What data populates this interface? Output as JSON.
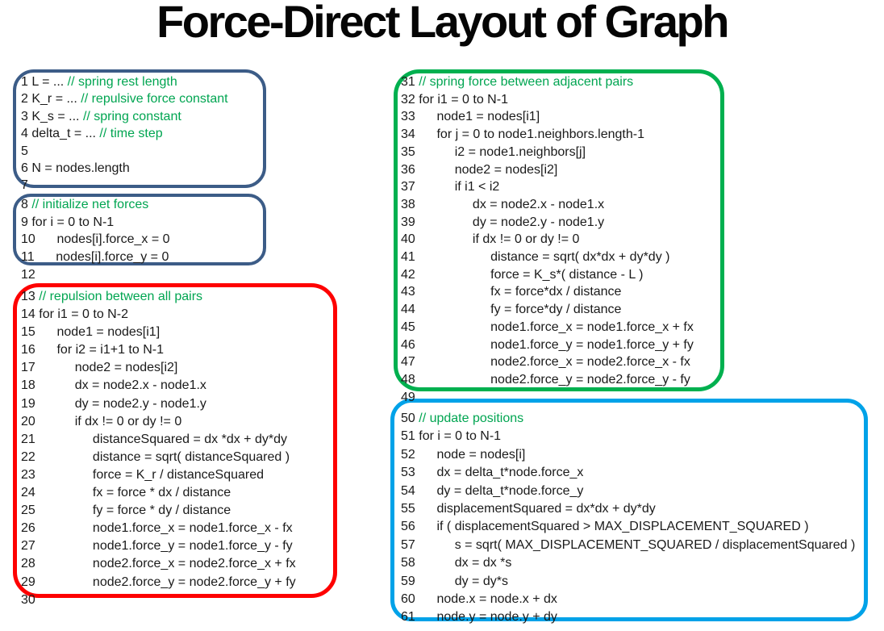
{
  "title": "Force-Direct Layout of Graph",
  "colors": {
    "navy": "#3C5C87",
    "red": "#FE0000",
    "green": "#00B04F",
    "cyan": "#00A2E8",
    "comment": "#00A551",
    "code_text": "#1a1a1a",
    "title_text": "#050505"
  },
  "code_blocks": [
    {
      "name": "constants",
      "lines": [
        {
          "n": 1,
          "i": 0,
          "code": "L = ... ",
          "comment": "// spring rest length"
        },
        {
          "n": 2,
          "i": 0,
          "code": "K_r = ... ",
          "comment": "// repulsive force constant"
        },
        {
          "n": 3,
          "i": 0,
          "code": "K_s = ... ",
          "comment": "// spring constant"
        },
        {
          "n": 4,
          "i": 0,
          "code": "delta_t = ... ",
          "comment": "// time step"
        },
        {
          "n": 5,
          "i": 0,
          "code": ""
        },
        {
          "n": 6,
          "i": 0,
          "code": "N = nodes.length"
        },
        {
          "n": 7,
          "i": 0,
          "code": ""
        }
      ]
    },
    {
      "name": "init",
      "lines": [
        {
          "n": 8,
          "i": 0,
          "code": "",
          "comment": "// initialize net forces"
        },
        {
          "n": 9,
          "i": 0,
          "code": "for i = 0 to N-1"
        },
        {
          "n": 10,
          "i": 1,
          "code": "nodes[i].force_x = 0"
        },
        {
          "n": 11,
          "i": 1,
          "code": "nodes[i].force_y = 0"
        },
        {
          "n": 12,
          "i": 0,
          "code": ""
        }
      ]
    },
    {
      "name": "repulsion",
      "lines": [
        {
          "n": 13,
          "i": 0,
          "code": "",
          "comment": "// repulsion between all pairs"
        },
        {
          "n": 14,
          "i": 0,
          "code": "for i1 = 0 to N-2"
        },
        {
          "n": 15,
          "i": 1,
          "code": "node1 = nodes[i1]"
        },
        {
          "n": 16,
          "i": 1,
          "code": "for i2 = i1+1 to N-1"
        },
        {
          "n": 17,
          "i": 2,
          "code": "node2 = nodes[i2]"
        },
        {
          "n": 18,
          "i": 2,
          "code": "dx = node2.x - node1.x"
        },
        {
          "n": 19,
          "i": 2,
          "code": "dy = node2.y - node1.y"
        },
        {
          "n": 20,
          "i": 2,
          "code": "if dx != 0 or dy != 0"
        },
        {
          "n": 21,
          "i": 3,
          "code": "distanceSquared = dx *dx + dy*dy"
        },
        {
          "n": 22,
          "i": 3,
          "code": "distance = sqrt( distanceSquared )"
        },
        {
          "n": 23,
          "i": 3,
          "code": "force = K_r / distanceSquared"
        },
        {
          "n": 24,
          "i": 3,
          "code": "fx = force * dx / distance"
        },
        {
          "n": 25,
          "i": 3,
          "code": "fy = force * dy / distance"
        },
        {
          "n": 26,
          "i": 3,
          "code": "node1.force_x = node1.force_x - fx"
        },
        {
          "n": 27,
          "i": 3,
          "code": "node1.force_y = node1.force_y - fy"
        },
        {
          "n": 28,
          "i": 3,
          "code": "node2.force_x = node2.force_x + fx"
        },
        {
          "n": 29,
          "i": 3,
          "code": "node2.force_y = node2.force_y + fy"
        },
        {
          "n": 30,
          "i": 0,
          "code": ""
        }
      ]
    },
    {
      "name": "spring",
      "lines": [
        {
          "n": 31,
          "i": 0,
          "code": "",
          "comment": "// spring force between adjacent pairs"
        },
        {
          "n": 32,
          "i": 0,
          "code": "for i1 = 0 to N-1"
        },
        {
          "n": 33,
          "i": 1,
          "code": "node1 = nodes[i1]"
        },
        {
          "n": 34,
          "i": 1,
          "code": "for j = 0 to node1.neighbors.length-1"
        },
        {
          "n": 35,
          "i": 2,
          "code": "i2 = node1.neighbors[j]"
        },
        {
          "n": 36,
          "i": 2,
          "code": "node2 = nodes[i2]"
        },
        {
          "n": 37,
          "i": 2,
          "code": "if i1 < i2"
        },
        {
          "n": 38,
          "i": 3,
          "code": "dx = node2.x - node1.x"
        },
        {
          "n": 39,
          "i": 3,
          "code": "dy = node2.y - node1.y"
        },
        {
          "n": 40,
          "i": 3,
          "code": "if dx != 0 or dy != 0"
        },
        {
          "n": 41,
          "i": 4,
          "code": "distance = sqrt( dx*dx + dy*dy )"
        },
        {
          "n": 42,
          "i": 4,
          "code": "force = K_s*( distance - L )"
        },
        {
          "n": 43,
          "i": 4,
          "code": "fx = force*dx / distance"
        },
        {
          "n": 44,
          "i": 4,
          "code": "fy = force*dy / distance"
        },
        {
          "n": 45,
          "i": 4,
          "code": "node1.force_x = node1.force_x + fx"
        },
        {
          "n": 46,
          "i": 4,
          "code": "node1.force_y = node1.force_y + fy"
        },
        {
          "n": 47,
          "i": 4,
          "code": "node2.force_x = node2.force_x - fx"
        },
        {
          "n": 48,
          "i": 4,
          "code": "node2.force_y = node2.force_y - fy"
        },
        {
          "n": 49,
          "i": 0,
          "code": ""
        }
      ]
    },
    {
      "name": "update",
      "lines": [
        {
          "n": 50,
          "i": 0,
          "code": "",
          "comment": "// update positions"
        },
        {
          "n": 51,
          "i": 0,
          "code": "for i = 0 to N-1"
        },
        {
          "n": 52,
          "i": 1,
          "code": "node = nodes[i]"
        },
        {
          "n": 53,
          "i": 1,
          "code": "dx = delta_t*node.force_x"
        },
        {
          "n": 54,
          "i": 1,
          "code": "dy = delta_t*node.force_y"
        },
        {
          "n": 55,
          "i": 1,
          "code": "displacementSquared = dx*dx + dy*dy"
        },
        {
          "n": 56,
          "i": 1,
          "code": "if ( displacementSquared > MAX_DISPLACEMENT_SQUARED )"
        },
        {
          "n": 57,
          "i": 2,
          "code": "s = sqrt( MAX_DISPLACEMENT_SQUARED / displacementSquared )"
        },
        {
          "n": 58,
          "i": 2,
          "code": "dx = dx *s"
        },
        {
          "n": 59,
          "i": 2,
          "code": "dy = dy*s"
        },
        {
          "n": 60,
          "i": 1,
          "code": "node.x = node.x + dx"
        },
        {
          "n": 61,
          "i": 1,
          "code": "node.y = node.y + dy"
        }
      ]
    }
  ]
}
